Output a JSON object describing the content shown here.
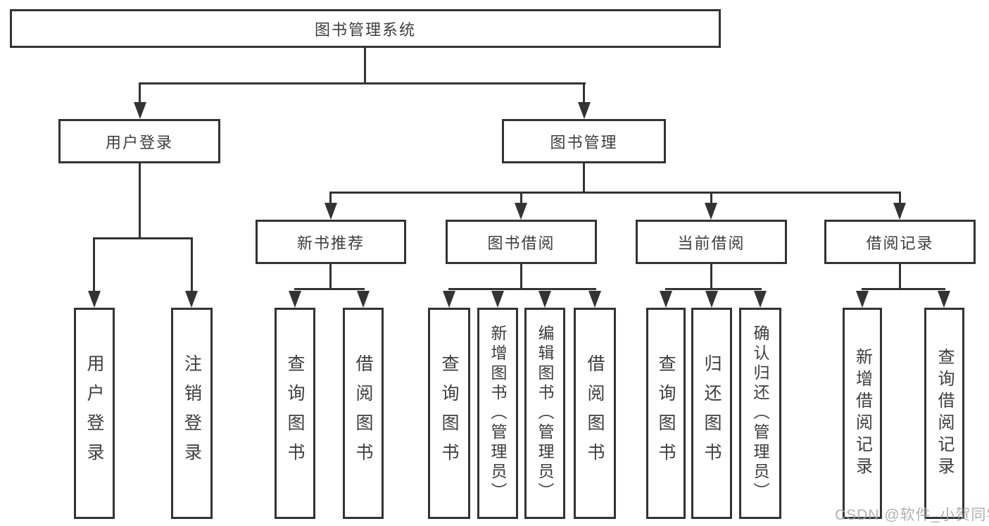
{
  "tree": {
    "root": {
      "label": "图书管理系统"
    },
    "level2": [
      {
        "label": "用户登录"
      },
      {
        "label": "图书管理"
      }
    ],
    "level3": [
      {
        "label": "新书推荐"
      },
      {
        "label": "图书借阅"
      },
      {
        "label": "当前借阅"
      },
      {
        "label": "借阅记录"
      }
    ],
    "level4": {
      "login": [
        {
          "label": "用户登录"
        },
        {
          "label": "注销登录"
        }
      ],
      "newbook": [
        {
          "label": "查询图书"
        },
        {
          "label": "借阅图书"
        }
      ],
      "borrow": [
        {
          "label": "查询图书"
        },
        {
          "label": "新增图书（管理员）"
        },
        {
          "label": "编辑图书（管理员）"
        },
        {
          "label": "借阅图书"
        }
      ],
      "current": [
        {
          "label": "查询图书"
        },
        {
          "label": "归还图书"
        },
        {
          "label": "确认归还（管理员）"
        }
      ],
      "records": [
        {
          "label": "新增借阅记录"
        },
        {
          "label": "查询借阅记录"
        }
      ]
    }
  },
  "watermark": {
    "text": "CSDN @软件_小贺同学"
  },
  "colors": {
    "line": "#333333",
    "box_border": "#333333",
    "text": "#3d3d3d",
    "watermark": "#a0a3a8",
    "background": "#ffffff"
  }
}
